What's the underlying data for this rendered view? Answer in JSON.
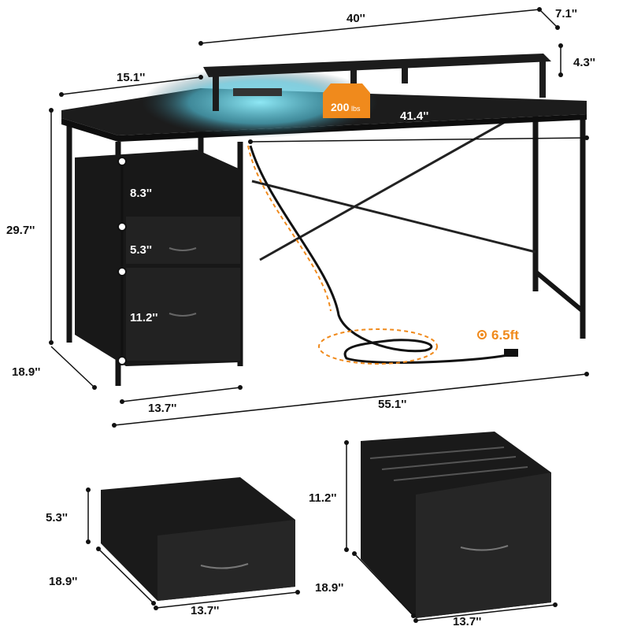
{
  "product": {
    "colors": {
      "desk": "#1c1c1c",
      "led_glow": "#5fd3e8",
      "accent": "#f08a1c"
    },
    "desk_dimensions": {
      "riser_width": "40''",
      "riser_depth": "7.1''",
      "riser_height": "4.3''",
      "side_width": "15.1''",
      "load_capacity_value": "200",
      "load_capacity_unit": "lbs",
      "open_width": "41.4''",
      "desk_height": "29.7''",
      "drawer_top_gap": "8.3''",
      "drawer_small_height": "5.3''",
      "drawer_large_height": "11.2''",
      "cord_length": "6.5ft",
      "desk_depth": "18.9''",
      "cabinet_width": "13.7''",
      "total_width": "55.1''"
    },
    "small_drawer": {
      "height": "5.3''",
      "depth": "18.9''",
      "width": "13.7''"
    },
    "large_drawer": {
      "height": "11.2''",
      "depth": "18.9''",
      "width": "13.7''"
    }
  }
}
